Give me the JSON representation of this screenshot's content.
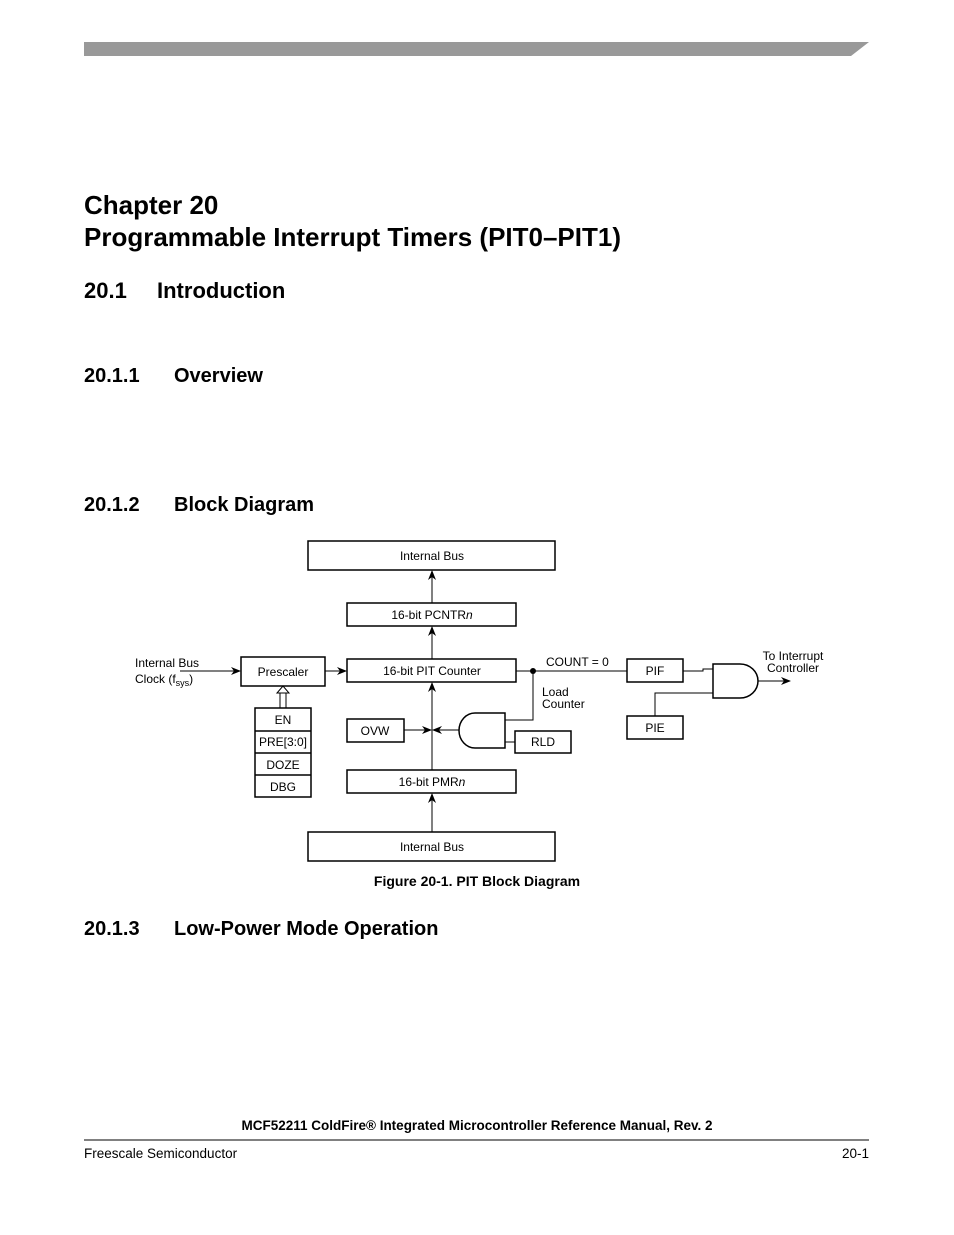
{
  "chapter": {
    "line1": "Chapter 20",
    "line2": "Programmable Interrupt Timers (PIT0–PIT1)"
  },
  "sections": [
    {
      "number": "20.1",
      "title": "Introduction"
    },
    {
      "number": "20.1.1",
      "title": "Overview"
    },
    {
      "number": "20.1.2",
      "title": "Block Diagram"
    },
    {
      "number": "20.1.3",
      "title": "Low-Power Mode Operation"
    }
  ],
  "diagram": {
    "internal_bus_top": "Internal Bus",
    "pcntr": "16-bit PCNTR",
    "pcntr_suffix": "n",
    "pit_counter": "16-bit PIT Counter",
    "prescaler": "Prescaler",
    "clock_line1": "Internal Bus",
    "clock_line2": "Clock (f",
    "clock_sub": "sys",
    "clock_end": ")",
    "prescaler_bits": [
      "EN",
      "PRE[3:0]",
      "DOZE",
      "DBG"
    ],
    "ovw": "OVW",
    "rld": "RLD",
    "pmr": "16-bit PMR",
    "pmr_suffix": "n",
    "internal_bus_bottom": "Internal Bus",
    "count_zero": "COUNT = 0",
    "load_line1": "Load",
    "load_line2": "Counter",
    "pif": "PIF",
    "pie": "PIE",
    "to_line1": "To Interrupt",
    "to_line2": "Controller"
  },
  "figure_caption": "Figure 20-1. PIT Block Diagram",
  "footer": {
    "manual_title": "MCF52211 ColdFire® Integrated Microcontroller Reference Manual, Rev. 2",
    "company": "Freescale Semiconductor",
    "page": "20-1"
  }
}
